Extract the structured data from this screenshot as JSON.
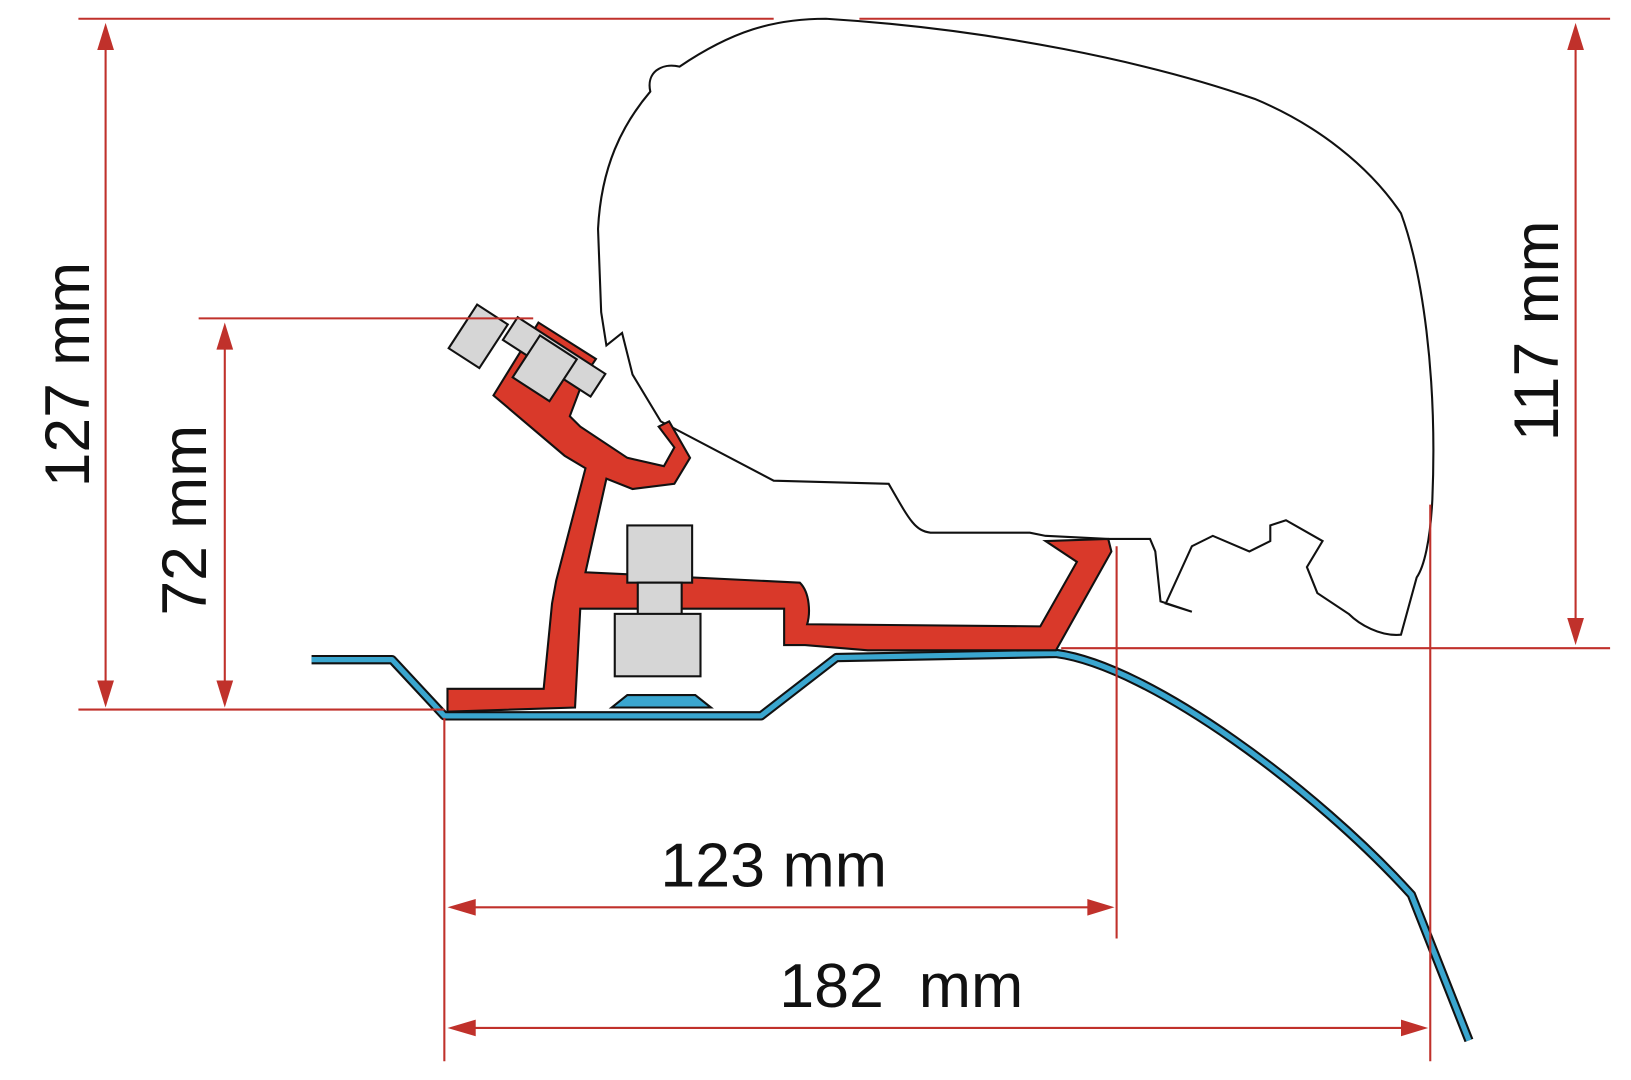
{
  "dimensions": {
    "overall_height": "127 mm",
    "bracket_height": "72 mm",
    "awning_height": "117 mm",
    "inner_width": "123 mm",
    "outer_width": "182  mm"
  },
  "colors": {
    "dimension_line": "#c0312b",
    "bracket": "#d9392a",
    "roof_profile": "#3aa6cf",
    "bolt": "#d6d6d6"
  }
}
